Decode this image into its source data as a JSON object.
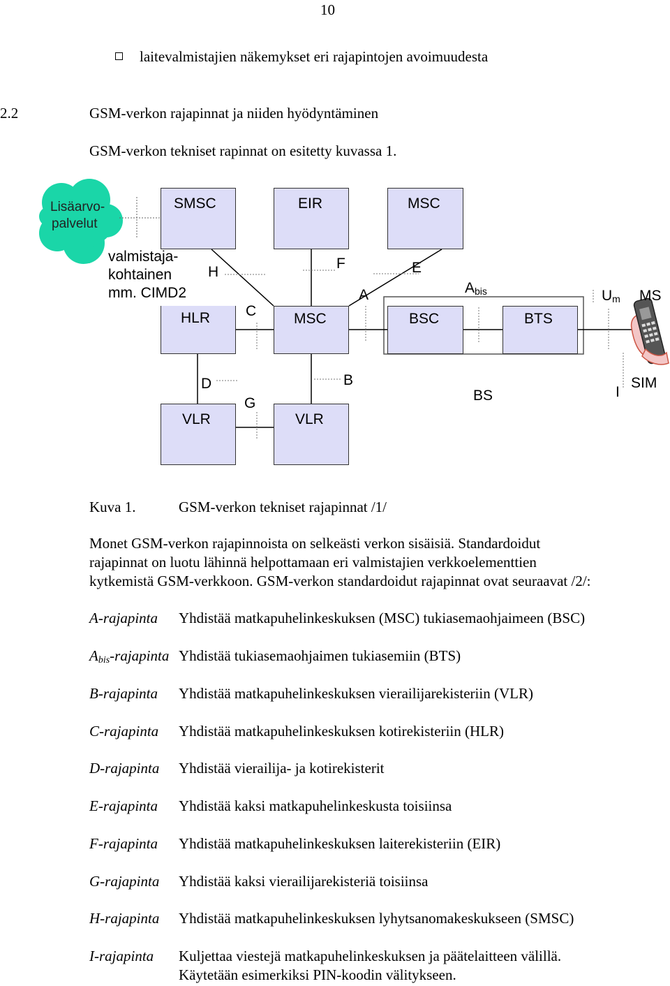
{
  "page_number": "10",
  "bullet": {
    "text": "laitevalmistajien näkemykset eri rajapintojen avoimuudesta"
  },
  "section": {
    "number": "2.2",
    "title": "GSM-verkon rajapinnat ja niiden hyödyntäminen"
  },
  "intro": "GSM-verkon tekniset rapinnat on esitetty  kuvassa 1.",
  "diagram": {
    "cloud_line1": "Lisäarvo-",
    "cloud_line2": "palvelut",
    "vendor_line1": "valmistaja-",
    "vendor_line2": "kohtainen",
    "vendor_line3": "mm. CIMD2",
    "boxes": {
      "smsc": "SMSC",
      "eir": "EIR",
      "msc_top": "MSC",
      "hlr": "HLR",
      "msc_mid": "MSC",
      "bsc": "BSC",
      "bts": "BTS",
      "vlr1": "VLR",
      "vlr2": "VLR"
    },
    "interfaces": {
      "h": "H",
      "f": "F",
      "e": "E",
      "a": "A",
      "c": "C",
      "abis_main": "A",
      "abis_sub": "bis",
      "um_main": "U",
      "um_sub": "m",
      "d": "D",
      "b": "B",
      "g": "G",
      "i": "I"
    },
    "ms": "MS",
    "bs": "BS",
    "sim": "SIM"
  },
  "caption": {
    "label": "Kuva 1.",
    "text": "GSM-verkon tekniset rajapinnat /1/"
  },
  "paragraph": [
    "Monet GSM-verkon rajapinnoista on selkeästi verkon sisäisiä. Standardoidut",
    "rajapinnat on luotu lähinnä helpottamaan eri valmistajien verkkoelementtien",
    "kytkemistä GSM-verkkoon. GSM-verkon standardoidut rajapinnat ovat seuraavat /2/:"
  ],
  "definitions": [
    {
      "term": "A-rajapinta",
      "text": "Yhdistää matkapuhelinkeskuksen (MSC) tukiasemaohjaimeen (BSC)"
    },
    {
      "term_main": "A",
      "term_sub": "bis",
      "term_rest": "-rajapinta",
      "text": "Yhdistää tukiasemaohjaimen tukiasemiin (BTS)"
    },
    {
      "term": "B-rajapinta",
      "text": "Yhdistää matkapuhelinkeskuksen vierailijarekisteriin (VLR)"
    },
    {
      "term": "C-rajapinta",
      "text": "Yhdistää matkapuhelinkeskuksen kotirekisteriin (HLR)"
    },
    {
      "term": "D-rajapinta",
      "text": "Yhdistää vierailija- ja kotirekisterit"
    },
    {
      "term": "E-rajapinta",
      "text": "Yhdistää kaksi matkapuhelinkeskusta toisiinsa"
    },
    {
      "term": "F-rajapinta",
      "text": "Yhdistää matkapuhelinkeskuksen laiterekisteriin (EIR)"
    },
    {
      "term": "G-rajapinta",
      "text": "Yhdistää kaksi vierailijarekisteriä toisiinsa"
    },
    {
      "term": "H-rajapinta",
      "text": "Yhdistää matkapuhelinkeskuksen lyhytsanomakeskukseen (SMSC)"
    },
    {
      "term": "I-rajapinta",
      "text": "Kuljettaa viestejä matkapuhelinkeskuksen ja päätelaitteen välillä.",
      "text2": "Käytetään esimerkiksi PIN-koodin välitykseen."
    }
  ],
  "colors": {
    "box_fill": "#ddddf8",
    "cloud_fill": "#1ad6a8"
  }
}
